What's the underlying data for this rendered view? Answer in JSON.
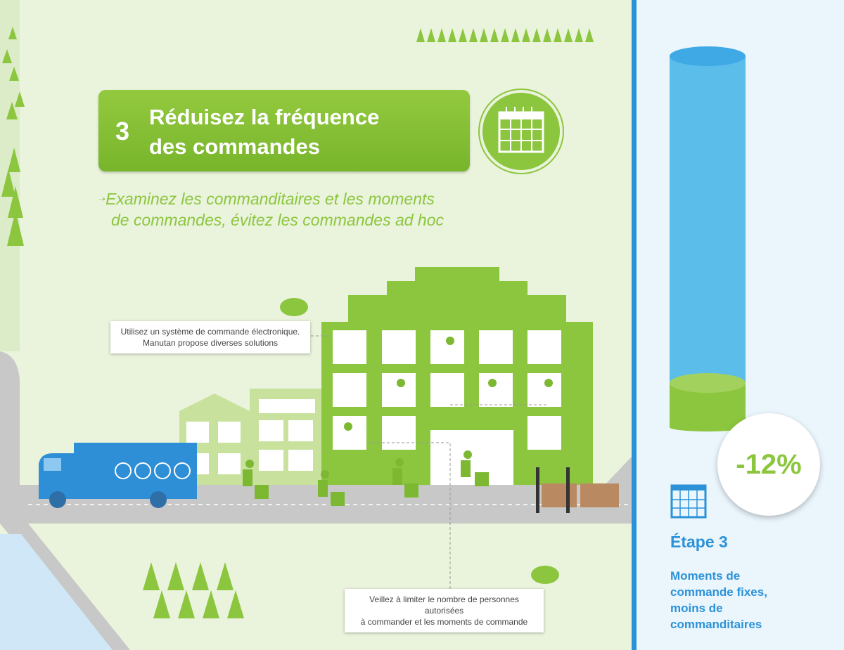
{
  "header": {
    "number": "3",
    "title_line1": "Réduisez la fréquence",
    "title_line2": "des commandes"
  },
  "subtitle": {
    "line1": "Examinez les commanditaires et les moments",
    "line2": "de commandes, évitez les commandes ad hoc"
  },
  "notes": [
    {
      "line1": "Utilisez un système de commande électronique.",
      "line2": "Manutan propose diverses solutions"
    },
    {
      "line1": "Veillez à limiter le nombre de personnes autorisées",
      "line2": "à commander et les moments de commande"
    }
  ],
  "panel": {
    "percentage": "-12%",
    "step": "Étape 3",
    "desc_lines": [
      "Moments de",
      "commande fixes,",
      "moins de",
      "commanditaires"
    ],
    "reduction_fraction": 0.12
  },
  "colors": {
    "green": "#8cc63f",
    "blue": "#2b92d8",
    "gray_road": "#c8c8c8"
  }
}
